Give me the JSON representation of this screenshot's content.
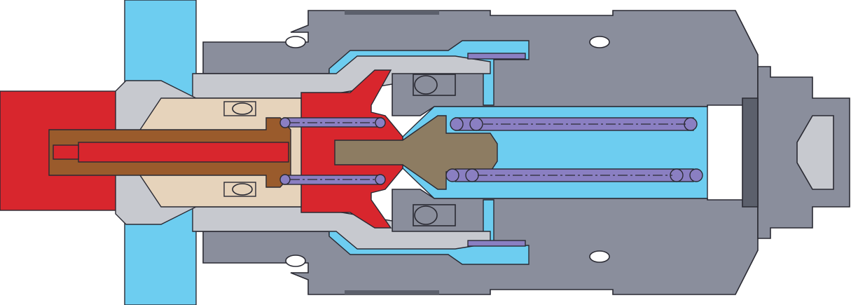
{
  "diagram": {
    "type": "mechanical-cross-section",
    "labels": [],
    "colors": {
      "background": "#ffffff",
      "housing": "#8a8e9c",
      "housing_dark": "#5c606c",
      "housing_light": "#c7c9cf",
      "fluid_channel": "#6dcdf0",
      "hot_zone": "#d8262d",
      "copper_core": "#9a5b2c",
      "insulator": "#e6d3bb",
      "valve_stem": "#8d7c62",
      "spring": "#8a7fc2",
      "outline": "#2a2a33"
    },
    "parts": [
      "outer-housing",
      "fluid-passage",
      "heated-nozzle-body",
      "copper-core",
      "ceramic-insulator",
      "valve-pin",
      "coil-spring",
      "o-ring-seal",
      "end-fitting"
    ]
  }
}
